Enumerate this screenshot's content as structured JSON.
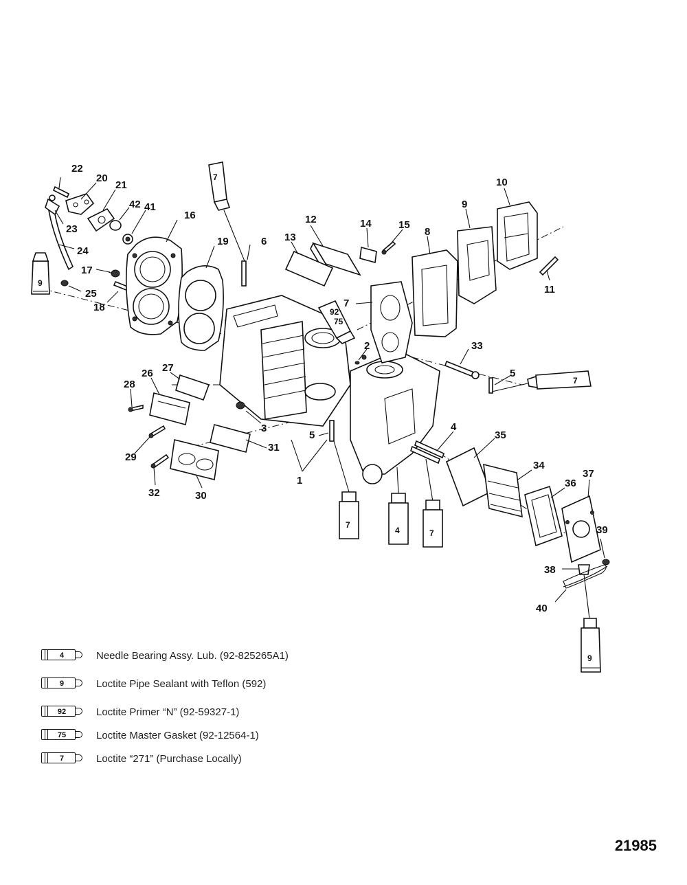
{
  "callouts": {
    "c1": "1",
    "c2": "2",
    "c3": "3",
    "c4a": "4",
    "c5a": "5",
    "c5b": "5",
    "c6": "6",
    "c7a": "7",
    "c8": "8",
    "c9": "9",
    "c10": "10",
    "c11": "11",
    "c12": "12",
    "c13": "13",
    "c14": "14",
    "c15": "15",
    "c16": "16",
    "c17": "17",
    "c18": "18",
    "c19": "19",
    "c20": "20",
    "c21": "21",
    "c22": "22",
    "c23": "23",
    "c24": "24",
    "c25": "25",
    "c26": "26",
    "c27": "27",
    "c28": "28",
    "c29": "29",
    "c30": "30",
    "c31": "31",
    "c32": "32",
    "c33": "33",
    "c34": "34",
    "c35": "35",
    "c36": "36",
    "c37": "37",
    "c38": "38",
    "c39": "39",
    "c40": "40",
    "c41": "41",
    "c42": "42"
  },
  "tubes": {
    "t_top7": "7",
    "t_left9": "9",
    "t_mid92": "92",
    "t_mid75": "75",
    "t_right7": "7",
    "t_bot7a": "7",
    "t_bot4": "4",
    "t_bot7b": "7",
    "t_bot9": "9"
  },
  "legend": [
    {
      "code": "4",
      "text": "Needle Bearing Assy. Lub. (92-825265A1)"
    },
    {
      "code": "9",
      "text": "Loctite Pipe Sealant with Teflon (592)"
    },
    {
      "code": "92",
      "text": "Loctite Primer “N” (92-59327-1)"
    },
    {
      "code": "75",
      "text": "Loctite Master Gasket (92-12564-1)"
    },
    {
      "code": "7",
      "text": "Loctite “271” (Purchase Locally)"
    }
  ],
  "figure_number": "21985"
}
